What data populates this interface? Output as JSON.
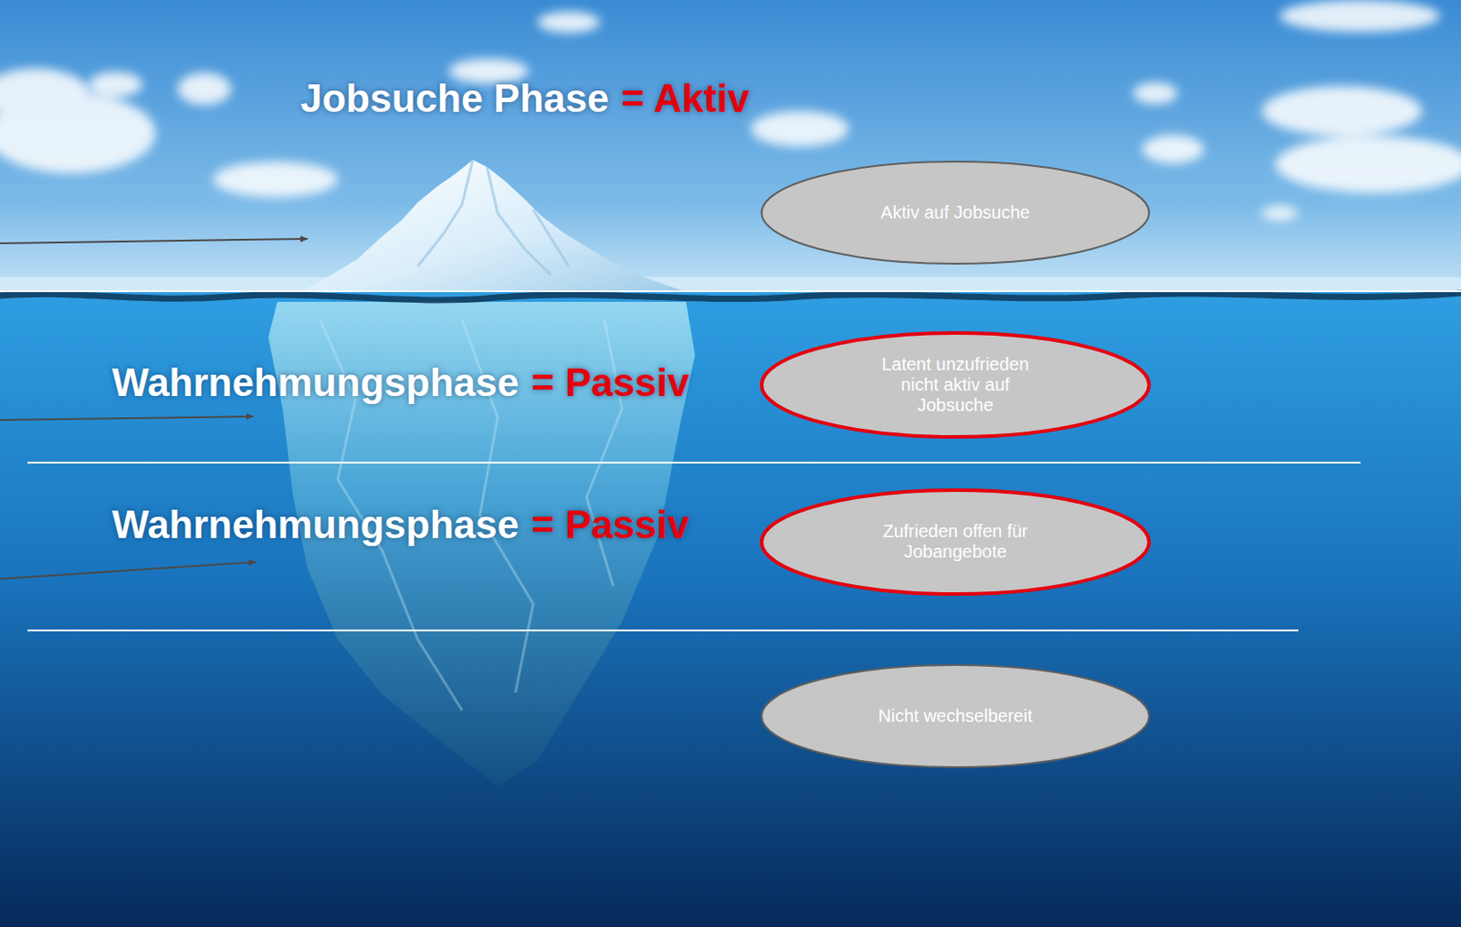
{
  "diagram": {
    "nodes": [
      {
        "text": [
          "Aktiv auf Jobsuche"
        ]
      },
      {
        "text": [
          "Latent unzufrieden nicht aktiv auf Jobsuche"
        ]
      },
      {
        "text": [
          "Zufrieden offen für Jobangebote"
        ]
      },
      {
        "text": [
          "Nicht wechselbereit"
        ]
      }
    ],
    "labels": [
      "Jobsuche Phase",
      "= Aktiv",
      "Wahrnehmungsphase",
      "= Passiv",
      "Wahrnehmungsphase",
      "= Passiv"
    ]
  }
}
